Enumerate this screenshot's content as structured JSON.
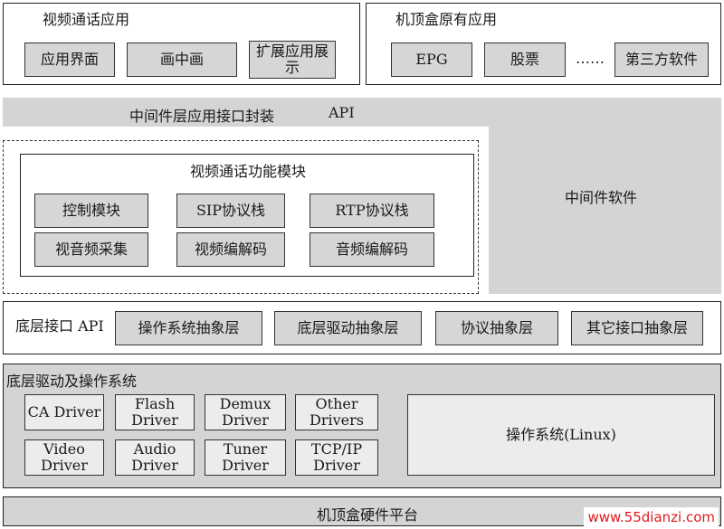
{
  "video_app": {
    "title": "视频通话应用",
    "items": [
      "应用界面",
      "画中画",
      "扩展应用展示"
    ]
  },
  "stb_app": {
    "title": "机顶盒原有应用",
    "items": [
      "EPG",
      "股票",
      "第三方软件"
    ],
    "ellipsis": "……"
  },
  "middleware_api": {
    "label": "中间件层应用接口封装",
    "api": "API"
  },
  "video_module": {
    "title": "视频通话功能模块",
    "items": [
      "控制模块",
      "SIP协议栈",
      "RTP协议栈",
      "视音频采集",
      "视频编解码",
      "音频编解码"
    ]
  },
  "middleware_software": "中间件软件",
  "low_api": {
    "label": "底层接口 API",
    "items": [
      "操作系统抽象层",
      "底层驱动抽象层",
      "协议抽象层",
      "其它接口抽象层"
    ]
  },
  "drivers": {
    "title": "底层驱动及操作系统",
    "items": [
      "CA Driver",
      "Flash Driver",
      "Demux Driver",
      "Other Drivers",
      "Video Driver",
      "Audio Driver",
      "Tuner Driver",
      "TCP/IP Driver"
    ],
    "os": "操作系统(Linux)"
  },
  "hardware": "机顶盒硬件平台",
  "watermark": "www.55dianzi.com"
}
